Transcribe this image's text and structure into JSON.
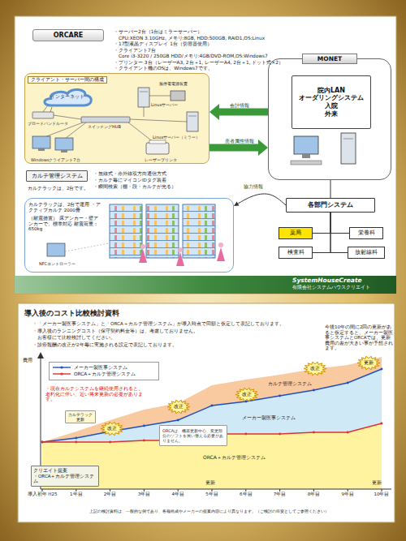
{
  "diagram": {
    "nodes": [
      {
        "text": [
          "ORCARE"
        ]
      },
      {
        "text": [
          "クライアント・サーバー間の構成"
        ]
      },
      {
        "text": [
          "インターネット"
        ],
        "in": 1
      },
      {
        "text": [
          "MONET"
        ]
      },
      {
        "text": [
          "院内LAN",
          "オーダリングシステム",
          "入院",
          "外来"
        ],
        "in": 3
      },
      {
        "text": [
          "カルテ管理システム"
        ]
      },
      {
        "text": [
          "カルテラックは、2台で運用 ・アクティブカルテ 2000冊",
          "（耐震措置） 床アンカー・壁アンカーで、標準対応 耐震荷重：650kg"
        ]
      },
      {
        "text": [
          "各部門システム"
        ]
      },
      {
        "text": [
          "薬局"
        ]
      },
      {
        "text": [
          "栄養科"
        ]
      },
      {
        "text": [
          "検査科"
        ]
      },
      {
        "text": [
          "放射線科"
        ]
      },
      {
        "text": [
          "クリエイト提案",
          "・ORCA＋カルテ管理システム"
        ]
      },
      {
        "text": [
          "ORCAは、機器更新中心、変更部分のソフトを買い替える必要がありません。"
        ]
      },
      {
        "text": [
          "カルテラック 更新"
        ]
      },
      {
        "text": [
          "改正"
        ]
      },
      {
        "text": [
          "改正"
        ]
      },
      {
        "text": [
          "改正"
        ]
      },
      {
        "text": [
          "改正"
        ]
      },
      {
        "text": [
          "更新"
        ]
      }
    ],
    "edges": [
      {
        "from": 3,
        "to": 1,
        "label": "会計情報",
        "arrow": "to"
      },
      {
        "from": 1,
        "to": 3,
        "label": "患者属性情報",
        "arrow": "to"
      },
      {
        "from": 3,
        "to": 7,
        "arrow": "none"
      },
      {
        "from": 7,
        "to": 8,
        "arrow": "none"
      },
      {
        "from": 7,
        "to": 9,
        "arrow": "none"
      },
      {
        "from": 7,
        "to": 10,
        "arrow": "none"
      },
      {
        "from": 7,
        "to": 11,
        "arrow": "none"
      },
      {
        "from": 7,
        "to": 6,
        "label": "協力情報",
        "arrow": "to"
      }
    ],
    "labels": [
      "・サーバー2台（1台はミラーサーバー）",
      "CPU:XEON 3.10GHz, メモリ:8GB, HDD:500GB, RAID1,OS:Linux",
      "・17型液晶ディスプレイ 1台（切替器使用）",
      "・クライアント7台",
      "Core i3-3220 / 250GB HDD/メモリ:4GB/DVD-ROM,OS:Windows7",
      "・プリンター 3台（レーザーA3, 2台＋1, レーザーA4, 2台＋1, ドット式×2）",
      "・クライアント機のOSは、Windows7です。",
      "無停電電源装置",
      "Linuxサーバー",
      "スイッチングHUB",
      "ブロードバンドルータ",
      "Linuxサーバー（ミラー）",
      "レーザープリンタ",
      "Windowsクライアント7台",
      "・無線式・赤外線双方向通信方式",
      "・カルテ毎にマイコンIDタグ装着",
      "・瞬間検索（棚・段・カルテが光る）",
      "カルテラックは、2台です。",
      "NFCコントローラー",
      "SystemHouseCreate",
      "有限会社システムハウスクリエイト",
      "導入後のコスト比較検討資料",
      "・「メーカー製医事システム」と「ORCA＋カルテ管理システム」が導入時点で同額と仮定して表記しております。",
      "・導入後のランニングコスト（保守契約料金等）は、考慮しておりません。",
      "お客様にて比較検討してください。",
      "・診療報酬の改正が2年毎に実施される設定で表記しております。",
      "費用",
      "・現在カルテシステムを継続使用されると、老朽化に伴い、近い将来更新の必要があります。",
      "今後10年の間に2回の更新があると仮定すると、メーカー製医事システムとORCAでは、更新費用の差が大きい事が予想されます。",
      "カルテ管理システム",
      "メーカー製医事システム",
      "ORCA＋カルテ管理システム",
      "更新",
      "更新",
      "導入初年 H25",
      "1年目",
      "2年目",
      "3年目",
      "4年目",
      "5年目",
      "6年目",
      "7年目",
      "8年目",
      "9年目",
      "10年目",
      "上記の検討資料は、一般的な例であり、各種構成やメーカーの提案内容により異なります。（ご検討の目安としてご参照ください）"
    ],
    "legend": [
      {
        "text": "メーカー製医事システム"
      },
      {
        "text": "ORCA＋カルテ管理システム"
      }
    ]
  }
}
